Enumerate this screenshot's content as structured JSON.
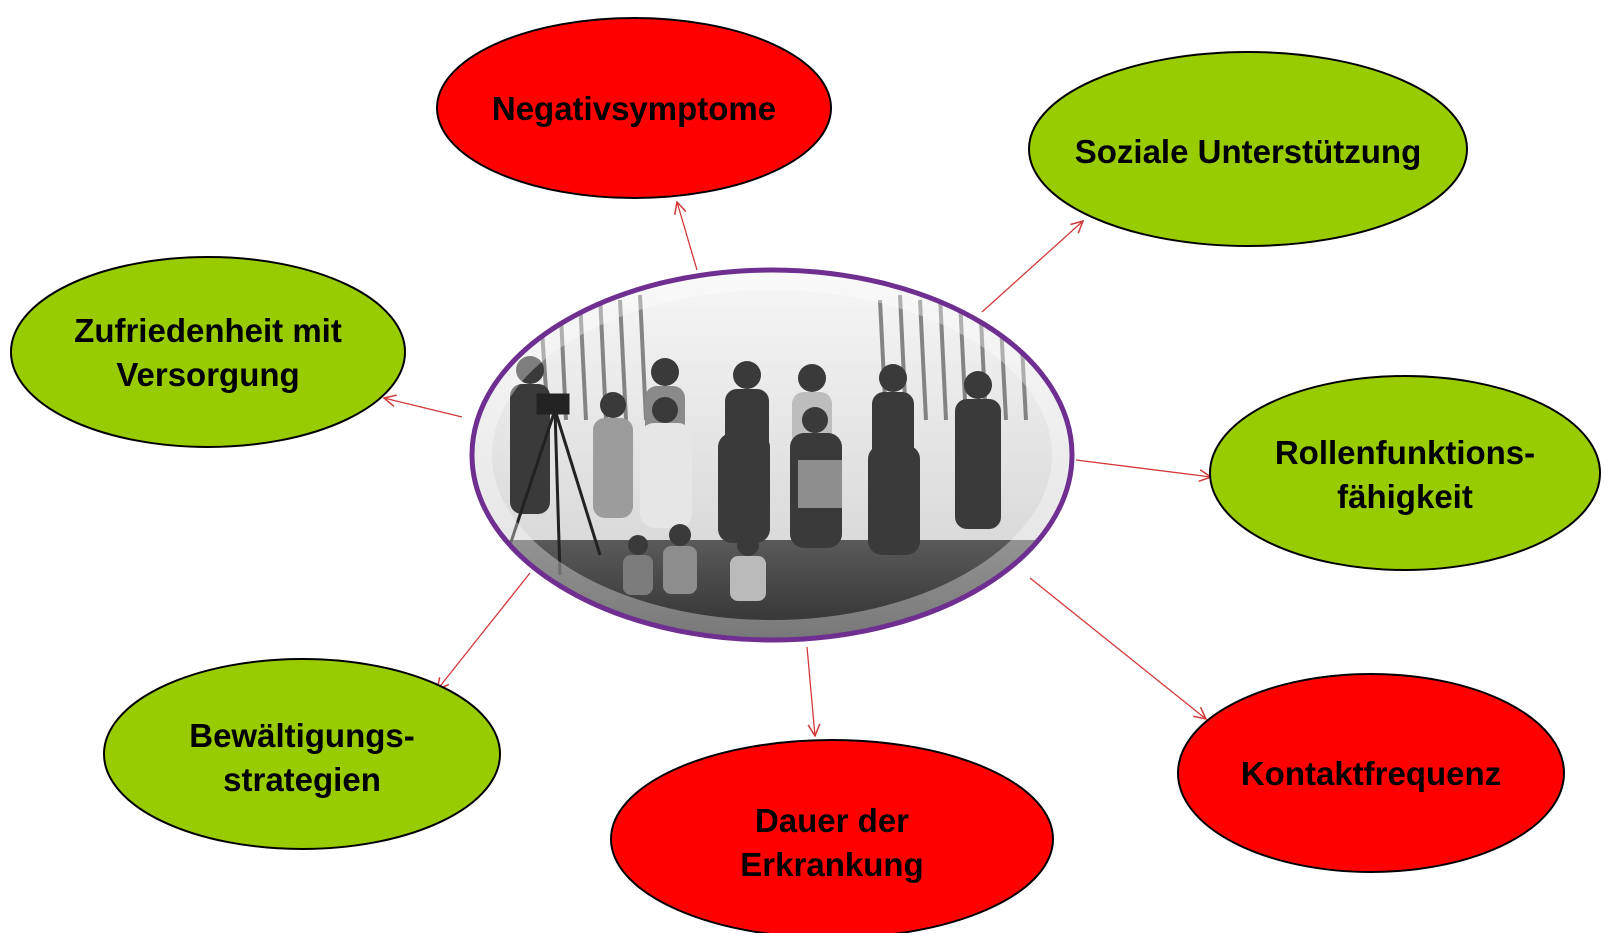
{
  "center": {
    "photo_subject": "historical group photograph",
    "border_color": "#6f2f91"
  },
  "colors": {
    "green": "#99cc00",
    "red": "#ff0000",
    "arrow": "#d23a3a"
  },
  "nodes": [
    {
      "id": "negativsymptome",
      "lines": [
        "Negativsymptome"
      ],
      "fill": "red"
    },
    {
      "id": "soziale-unterstuetzung",
      "lines": [
        "Soziale Unterstützung"
      ],
      "fill": "green"
    },
    {
      "id": "zufriedenheit",
      "lines": [
        "Zufriedenheit mit",
        "Versorgung"
      ],
      "fill": "green"
    },
    {
      "id": "rollenfunktion",
      "lines": [
        "Rollenfunktions-",
        "fähigkeit"
      ],
      "fill": "green"
    },
    {
      "id": "bewaeltigung",
      "lines": [
        "Bewältigungs-",
        "strategien"
      ],
      "fill": "green"
    },
    {
      "id": "kontaktfrequenz",
      "lines": [
        "Kontaktfrequenz"
      ],
      "fill": "red"
    },
    {
      "id": "dauer",
      "lines": [
        "Dauer der",
        "Erkrankung"
      ],
      "fill": "red"
    }
  ]
}
